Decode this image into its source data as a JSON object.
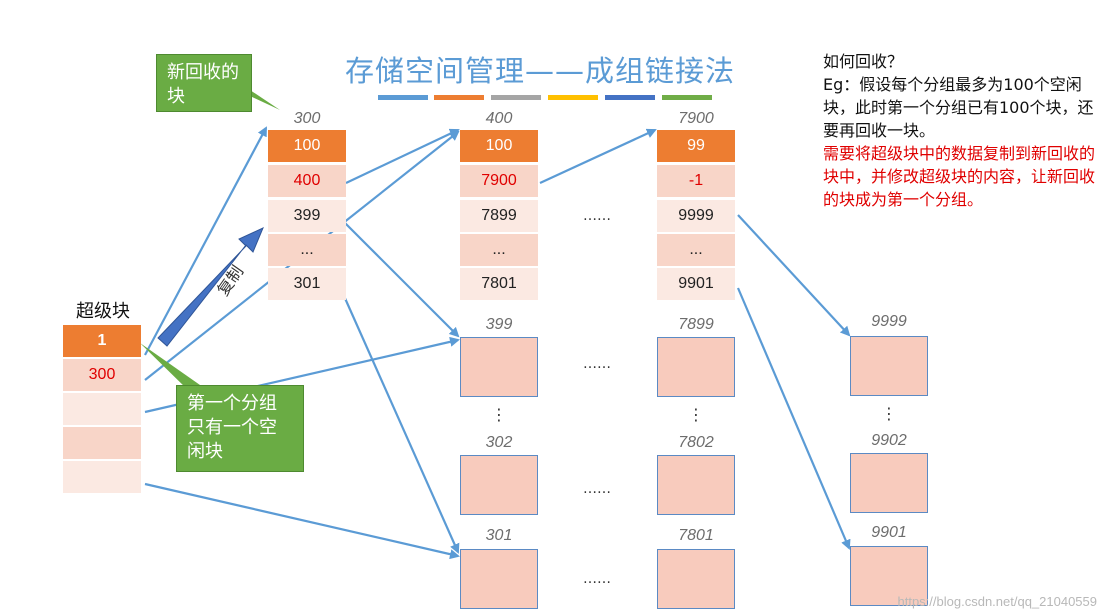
{
  "title": "存储空间管理——成组链接法",
  "title_bar_colors": [
    "#5b9bd5",
    "#ed7d31",
    "#a5a5a5",
    "#ffc000",
    "#4472c4",
    "#70ad47"
  ],
  "superblock": {
    "label": "超级块",
    "cells": [
      "1",
      "300",
      "",
      "",
      ""
    ]
  },
  "callout_new_block": "新回收的块",
  "callout_first_group": "第一个分组只有一个空闲块",
  "copy_label": "复制",
  "groups": [
    {
      "num": "300",
      "cells": [
        "100",
        "400",
        "399",
        "...",
        "301"
      ]
    },
    {
      "num": "400",
      "cells": [
        "100",
        "7900",
        "7899",
        "...",
        "7801"
      ]
    },
    {
      "num": "7900",
      "cells": [
        "99",
        "-1",
        "9999",
        "...",
        "9901"
      ]
    }
  ],
  "block_labels": {
    "col2": [
      "399",
      "302",
      "301"
    ],
    "col3": [
      "7899",
      "7802",
      "7801"
    ],
    "col4": [
      "9999",
      "9902",
      "9901"
    ]
  },
  "ellipsis_h": "……",
  "ellipsis_v": "⋮",
  "side_text": {
    "q": "如何回收？",
    "eg": "Eg：假设每个分组最多为100个空闲块，此时第一个分组已有100个块，还要再回收一块。",
    "red": "需要将超级块中的数据复制到新回收的块中，并修改超级块的内容，让新回收的块成为第一个分组。"
  },
  "watermark": "https://blog.csdn.net/qq_21040559"
}
